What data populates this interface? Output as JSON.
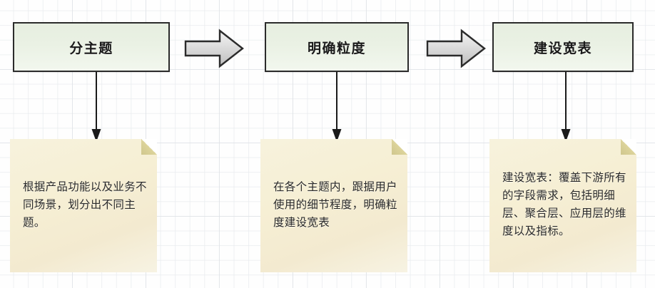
{
  "diagram": {
    "type": "process-flow",
    "steps": [
      {
        "id": "step-1",
        "box_label": "分主题",
        "note_text": "根据产品功能以及业务不同场景，划分出不同主题。"
      },
      {
        "id": "step-2",
        "box_label": "明确粒度",
        "note_text": "在各个主题内，跟据用户使用的细节程度，明确粒度建设宽表"
      },
      {
        "id": "step-3",
        "box_label": "建设宽表",
        "note_text": "建设宽表：覆盖下游所有的字段需求，包括明细层、聚合层、应用层的维度以及指标。"
      }
    ],
    "connectors": {
      "horizontal_arrow_icon": "block-arrow-right-icon",
      "vertical_arrow_icon": "arrow-down-icon",
      "count_horizontal": 2,
      "count_vertical": 3
    },
    "colors": {
      "box_fill_top": "#e6eee0",
      "box_fill_bottom": "#f2f7ee",
      "box_border": "#2b2b2b",
      "note_fill": "#f6efd4",
      "note_fold": "#cfc68d",
      "block_arrow_fill": "#d4d4d4",
      "block_arrow_border": "#2b2b2b",
      "connector_line": "#1a1a1a",
      "canvas_background": "#fefefe",
      "grid_line": "#e8ebee"
    }
  }
}
